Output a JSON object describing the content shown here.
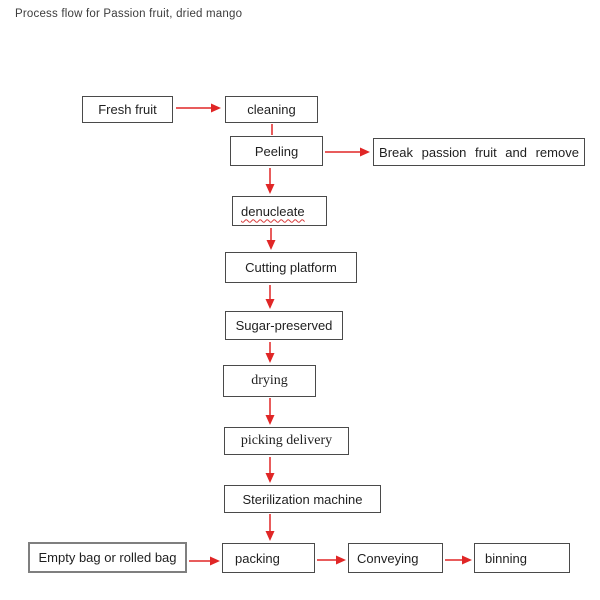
{
  "title": "Process flow for Passion fruit, dried mango",
  "colors": {
    "arrow": "#e02626",
    "box_border": "#4a4a4a",
    "box_border_light": "#7f7f7f",
    "text": "#1f1f1f"
  },
  "nodes": {
    "fresh_fruit": {
      "label": "Fresh fruit"
    },
    "cleaning": {
      "label": "cleaning"
    },
    "peeling": {
      "label": "Peeling"
    },
    "break_passion": {
      "label": "Break passion fruit and remove"
    },
    "denucleate": {
      "label": "denucleate"
    },
    "cutting": {
      "label": "Cutting platform"
    },
    "sugar": {
      "label": "Sugar-preserved"
    },
    "drying": {
      "label": "drying"
    },
    "picking": {
      "label": "picking delivery"
    },
    "sterilization": {
      "label": "Sterilization machine"
    },
    "empty_bag": {
      "label": "Empty bag or rolled bag"
    },
    "packing": {
      "label": "packing"
    },
    "conveying": {
      "label": "Conveying"
    },
    "binning": {
      "label": "binning"
    }
  }
}
